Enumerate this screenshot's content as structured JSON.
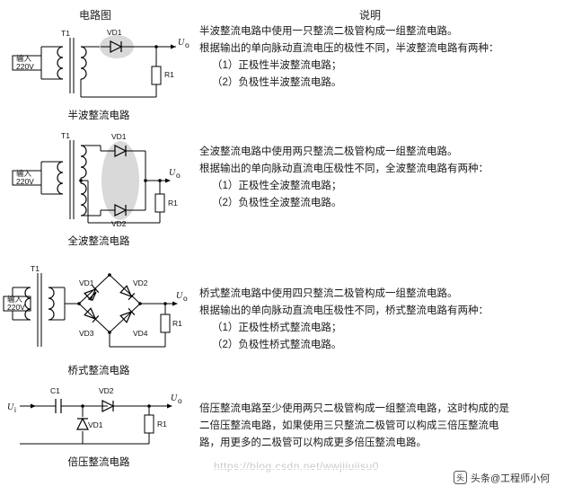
{
  "header": {
    "col_figure": "电路图",
    "col_desc": "说明"
  },
  "rows": [
    {
      "caption": "半波整流电路",
      "labels": {
        "t1": "T1",
        "input": "输入",
        "input_v": "220V",
        "diode": "VD1",
        "res": "R1",
        "uo": "U",
        "uo_sub": "o"
      },
      "desc": [
        "半波整流电路中使用一只整流二极管构成一组整流电路。",
        "根据输出的单向脉动直流电压的极性不同，半波整流电路有两种：",
        "（1）正极性半波整流电路；",
        "（2）负极性半波整流电路。"
      ]
    },
    {
      "caption": "全波整流电路",
      "labels": {
        "t1": "T1",
        "input": "输入",
        "input_v": "220V",
        "diode1": "VD1",
        "diode2": "VD2",
        "res": "R1",
        "uo": "U",
        "uo_sub": "o"
      },
      "desc": [
        "全波整流电路中使用两只整流二极管构成一组整流电路。",
        "根据输出的单向脉动直流电压极性不同，全波整流电路有两种：",
        "（1）正极性全波整流电路；",
        "（2）负极性全波整流电路。"
      ]
    },
    {
      "caption": "桥式整流电路",
      "labels": {
        "t1": "T1",
        "input": "输入",
        "input_v": "220V",
        "diode1": "VD1",
        "diode2": "VD2",
        "diode3": "VD3",
        "diode4": "VD4",
        "res": "R1",
        "uo": "U",
        "uo_sub": "o"
      },
      "desc": [
        "桥式整流电路中使用四只整流二极管构成一组整流电路。",
        "根据输出的单向脉动直流电压极性不同，桥式整流电路有两种：",
        "（1）正极性桥式整流电路；",
        "（2）负极性桥式整流电路。"
      ]
    },
    {
      "caption": "倍压整流电路",
      "labels": {
        "c1": "C1",
        "diode1": "VD1",
        "diode2": "VD2",
        "res": "R1",
        "ui": "U",
        "ui_sub": "i",
        "uo": "U",
        "uo_sub": "o"
      },
      "desc": [
        "倍压整流电路至少使用两只二极管构成一组整流电路，这时构成的是",
        "二倍压整流电路，如果使用三只整流二极管可以构成三倍压整流电",
        "路，用更多的二极管可以构成更多倍压整流电路。"
      ]
    }
  ],
  "watermark": "https://blog.csdn.net/wwjiiuiisu0",
  "toutiao": {
    "label": "头条@工程师小何",
    "icon": "toutiao-icon"
  }
}
